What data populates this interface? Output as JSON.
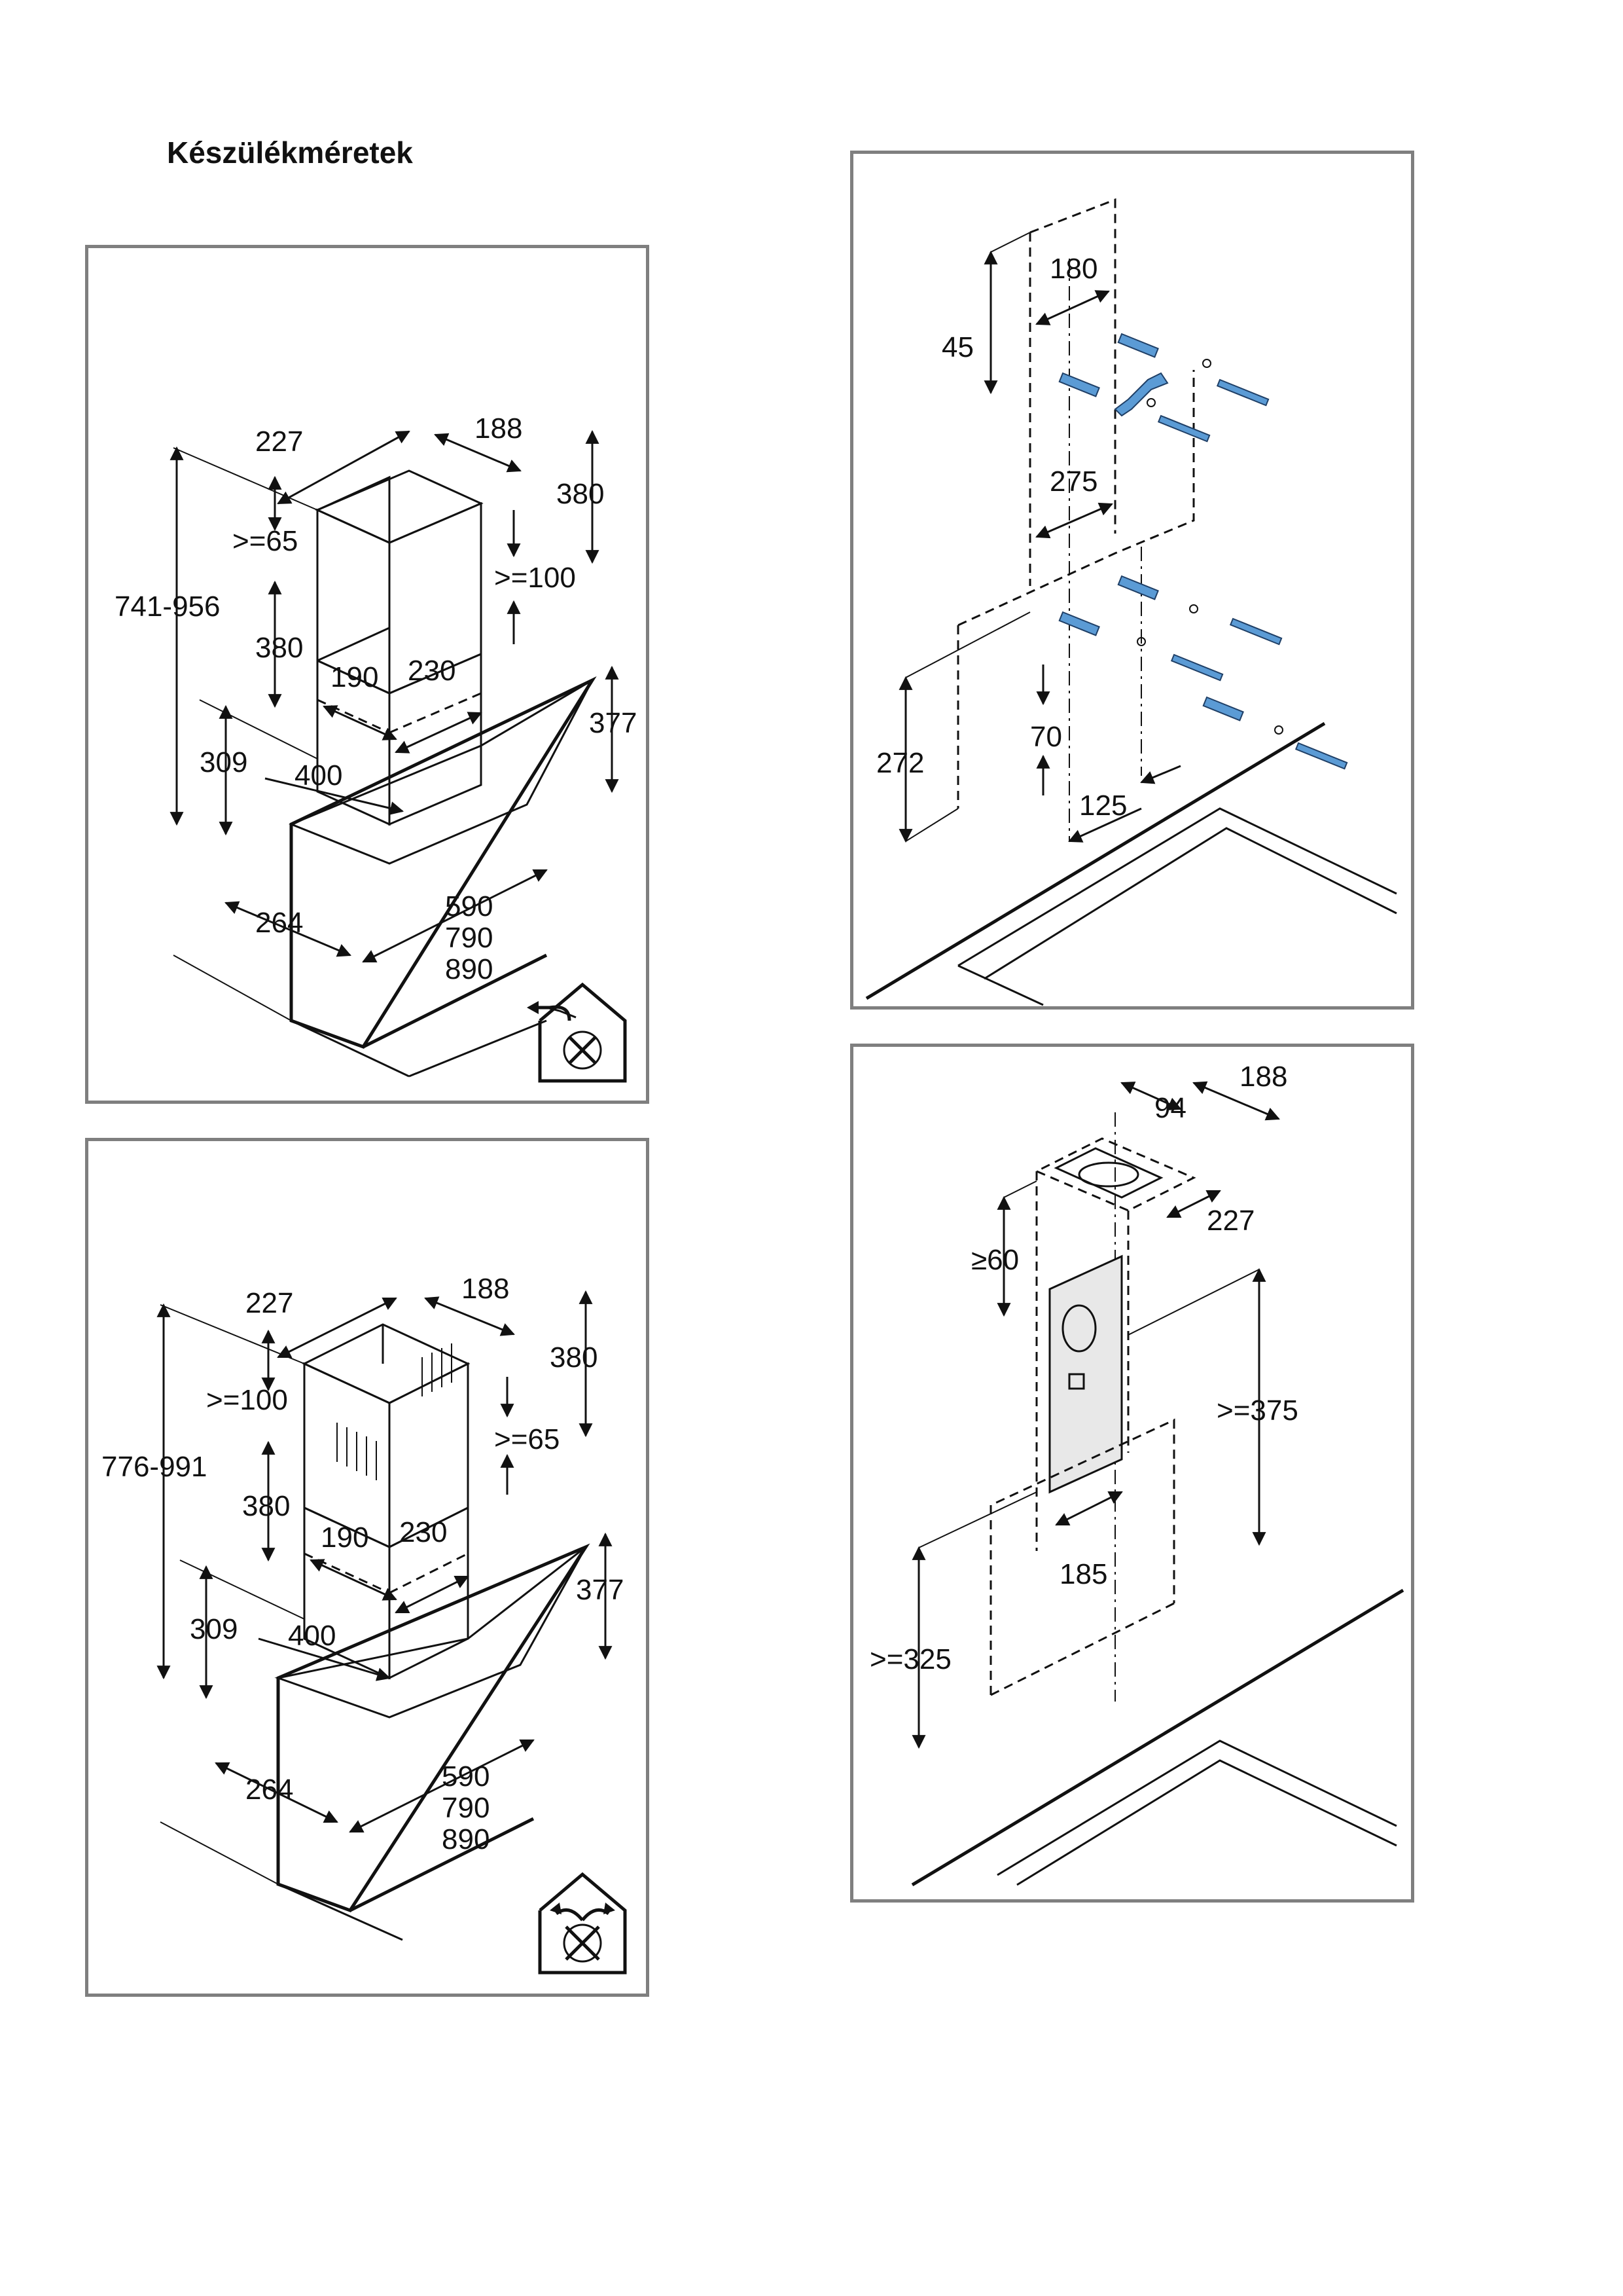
{
  "title": "Készülékméretek",
  "panels": {
    "hood_exhaust": {
      "dims": [
        "227",
        "188",
        "380",
        ">=65",
        ">=100",
        "741-956",
        "380",
        "190",
        "230",
        "377",
        "309",
        "400",
        "264",
        "590",
        "790",
        "890"
      ],
      "mode_icon": "exhaust-mode-house-icon"
    },
    "hood_recirculation": {
      "dims": [
        "227",
        "188",
        "380",
        ">=100",
        ">=65",
        "776-991",
        "380",
        "190",
        "230",
        "377",
        "309",
        "400",
        "264",
        "590",
        "790",
        "890"
      ],
      "mode_icon": "recirculation-mode-house-icon"
    },
    "wall_mounting": {
      "dims": [
        "180",
        "45",
        "275",
        "272",
        "70",
        "125"
      ]
    },
    "ceiling_duct": {
      "dims": [
        "188",
        "94",
        "227",
        "≥60",
        ">=375",
        "185",
        ">=325"
      ]
    }
  },
  "colors": {
    "frame": "#7f7f7f",
    "screw": "#5b9bd5",
    "ink": "#111111"
  }
}
